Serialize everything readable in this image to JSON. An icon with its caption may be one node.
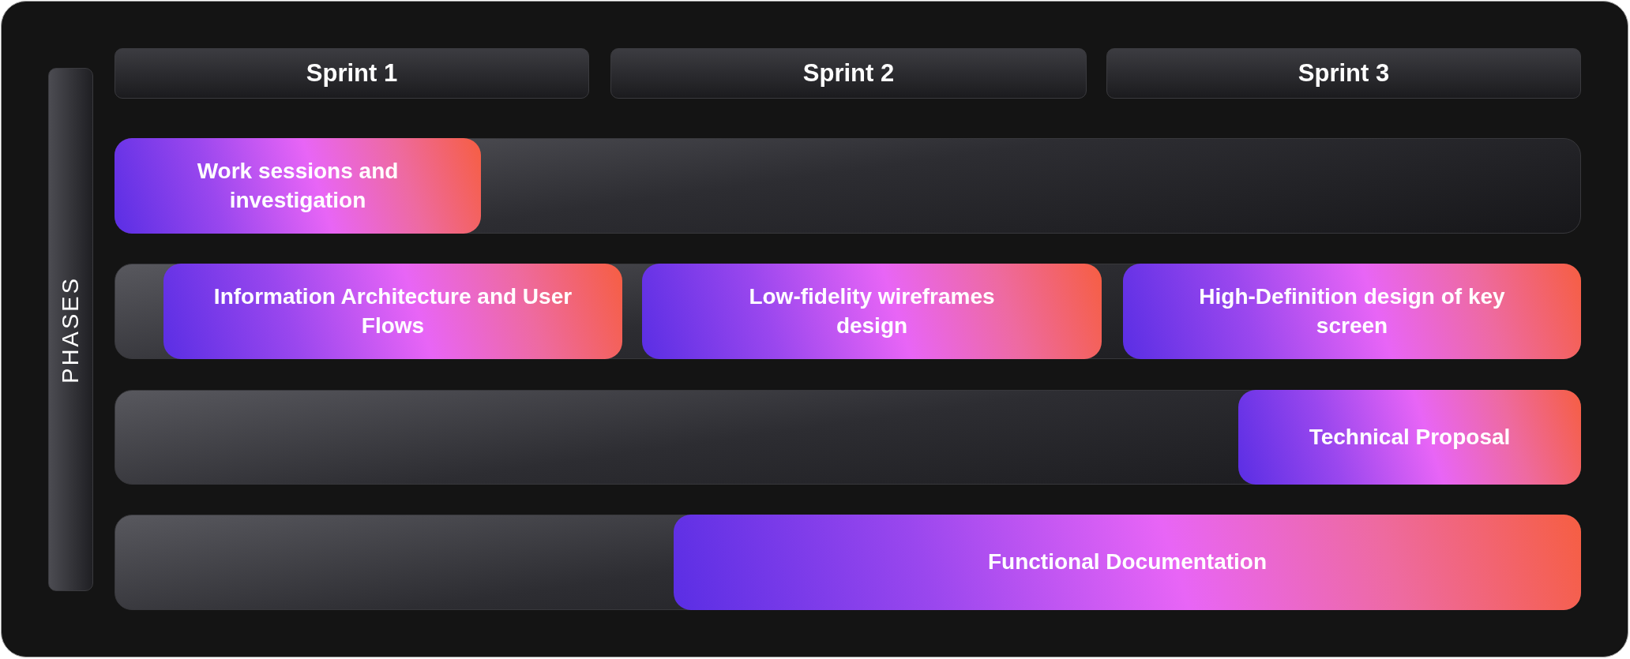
{
  "diagram": {
    "nodes": [
      {
        "text": [
          "Sprint 1"
        ]
      },
      {
        "text": [
          "Sprint 2"
        ]
      },
      {
        "text": [
          "Sprint 3"
        ]
      },
      {
        "text": [
          "PHASES"
        ]
      },
      {
        "text": [],
        "shape": "bar"
      },
      {
        "text": [
          "Work sessions and investigation"
        ],
        "in": 4
      },
      {
        "text": [],
        "shape": "bar"
      },
      {
        "text": [
          "Information Architecture and User Flows"
        ],
        "in": 6
      },
      {
        "text": [
          "Low-fidelity wireframes design"
        ],
        "in": 6
      },
      {
        "text": [
          "High-Definition design of key screen"
        ],
        "in": 6
      },
      {
        "text": [],
        "shape": "bar"
      },
      {
        "text": [
          "Technical Proposal"
        ],
        "in": 10
      },
      {
        "text": [],
        "shape": "bar"
      },
      {
        "text": [
          "Functional Documentation"
        ],
        "in": 12
      }
    ]
  }
}
